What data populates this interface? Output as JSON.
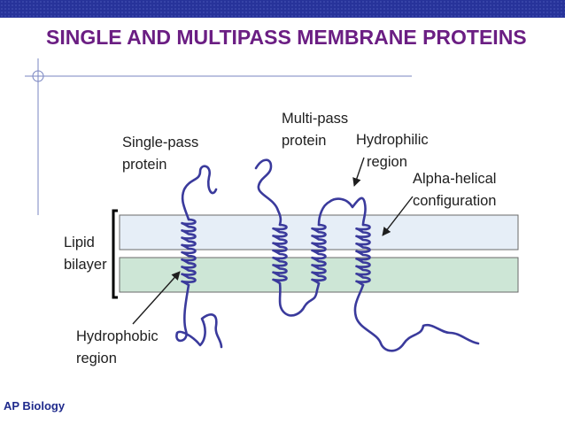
{
  "slide": {
    "title": "SINGLE AND MULTIPASS MEMBRANE PROTEINS",
    "footer": "AP Biology"
  },
  "diagram": {
    "labels": {
      "single_pass": [
        "Single-pass",
        "protein"
      ],
      "multi_pass": [
        "Multi-pass",
        "protein"
      ],
      "hydrophilic": [
        "Hydrophilic",
        "region"
      ],
      "alpha_helical": [
        "Alpha-helical",
        "configuration"
      ],
      "lipid_bilayer": [
        "Lipid",
        "bilayer"
      ],
      "hydrophobic": [
        "Hydrophobic",
        "region"
      ]
    }
  },
  "colors": {
    "title": "#6b1e83",
    "footer": "#1f2a8c",
    "top_bar": "#27339a",
    "protein": "#3a3a9c",
    "upper_leaflet": "#e6eef7",
    "lower_leaflet": "#cde6d6",
    "accent_line": "#7a86c2"
  }
}
